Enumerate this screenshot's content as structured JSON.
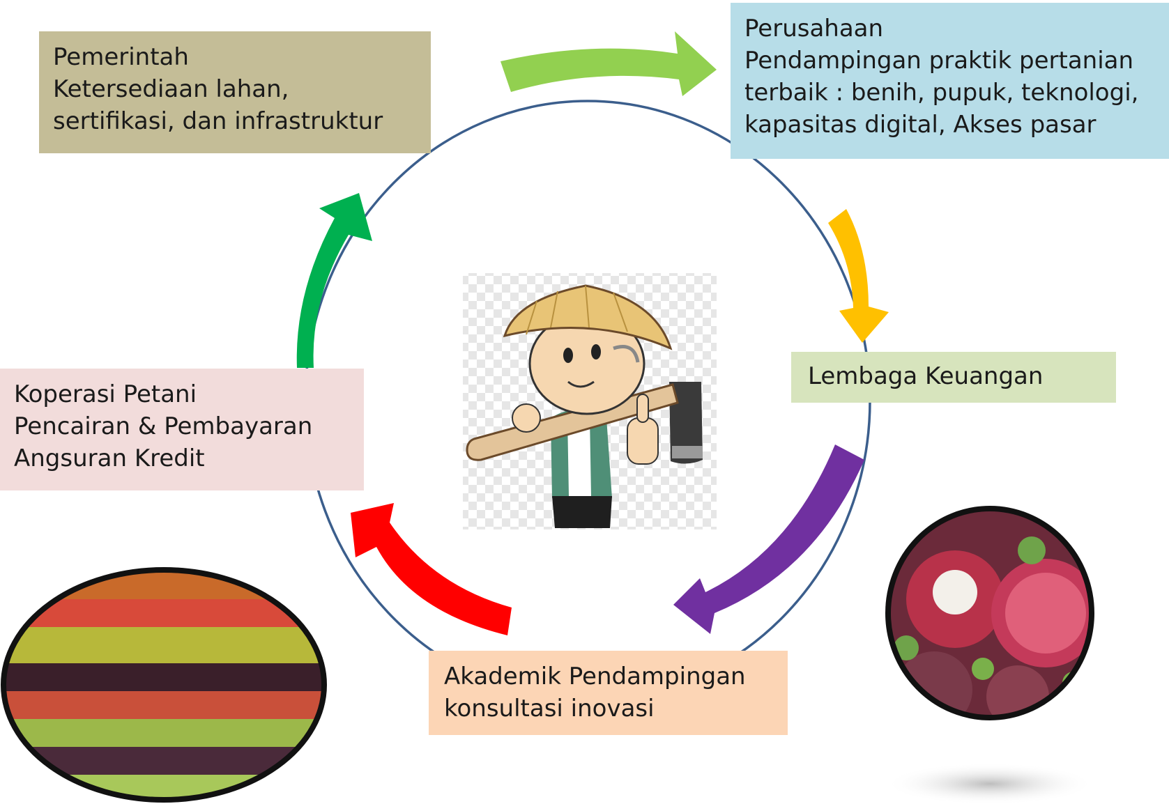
{
  "boxes": {
    "pemerintah": {
      "lines": [
        "Pemerintah",
        "Ketersediaan lahan,",
        "sertifikasi, dan infrastruktur"
      ],
      "color": "#c4bd97"
    },
    "perusahaan": {
      "lines": [
        "Perusahaan",
        "Pendampingan praktik pertanian",
        "terbaik : benih, pupuk, teknologi,",
        "kapasitas digital, Akses pasar"
      ],
      "color": "#b7dde8"
    },
    "lembaga": {
      "lines": [
        "Lembaga Keuangan"
      ],
      "color": "#d7e4bd"
    },
    "akademik": {
      "lines": [
        "Akademik Pendampingan",
        "konsultasi inovasi"
      ],
      "color": "#fcd5b5"
    },
    "koperasi": {
      "lines": [
        "Koperasi Petani",
        "Pencairan & Pembayaran",
        "Angsuran Kredit"
      ],
      "color": "#f2dcdb"
    }
  },
  "arrows": {
    "colors": [
      "#92d050",
      "#ffc000",
      "#7030a0",
      "#ff0000",
      "#00b050"
    ]
  },
  "circle_color": "#3b5e8c",
  "images": {
    "center": "farmer-illustration",
    "left": "fruit-stack-photo",
    "right": "mangosteen-photo"
  }
}
